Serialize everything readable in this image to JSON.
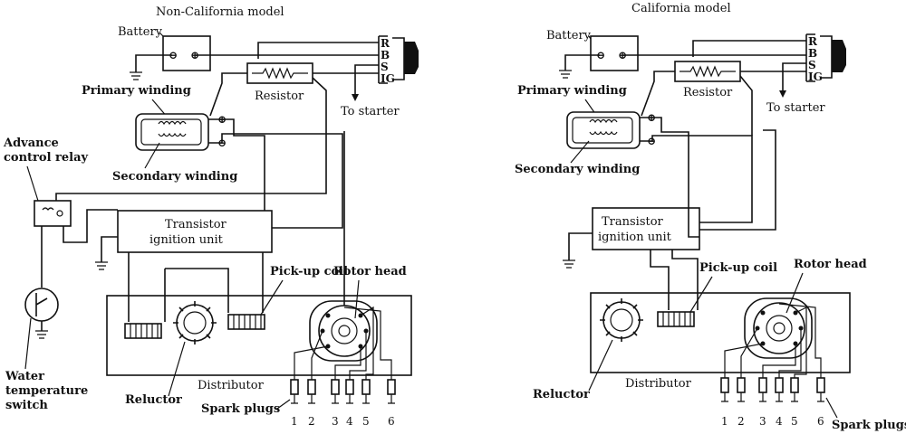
{
  "panels": [
    {
      "title": "Non-California model",
      "labels": {
        "battery": "Battery",
        "resistor": "Resistor",
        "to_starter": "To starter",
        "primary_winding": "Primary winding",
        "secondary_winding": "Secondary winding",
        "advance_relay_line1": "Advance",
        "advance_relay_line2": "control relay",
        "tiu_line1": "Transistor",
        "tiu_line2": "ignition unit",
        "pickup_coil": "Pick-up coil",
        "rotor_head": "Rotor head",
        "distributor": "Distributor",
        "reluctor": "Reluctor",
        "spark_plugs": "Spark plugs",
        "water_line1": "Water",
        "water_line2": "temperature",
        "water_line3": "switch"
      },
      "switch_terminals": [
        "R",
        "B",
        "S",
        "IG"
      ],
      "plug_numbers": [
        "1",
        "2",
        "3",
        "4",
        "5",
        "6"
      ]
    },
    {
      "title": "California model",
      "labels": {
        "battery": "Battery",
        "resistor": "Resistor",
        "to_starter": "To starter",
        "primary_winding": "Primary winding",
        "secondary_winding": "Secondary winding",
        "tiu_line1": "Transistor",
        "tiu_line2": "ignition unit",
        "pickup_coil": "Pick-up coil",
        "rotor_head": "Rotor head",
        "distributor": "Distributor",
        "reluctor": "Reluctor",
        "spark_plugs": "Spark plugs"
      },
      "switch_terminals": [
        "R",
        "B",
        "S",
        "IG"
      ],
      "plug_numbers": [
        "1",
        "2",
        "3",
        "4",
        "5",
        "6"
      ]
    }
  ],
  "symbols": {
    "minus": "⊖",
    "plus": "⊕"
  }
}
